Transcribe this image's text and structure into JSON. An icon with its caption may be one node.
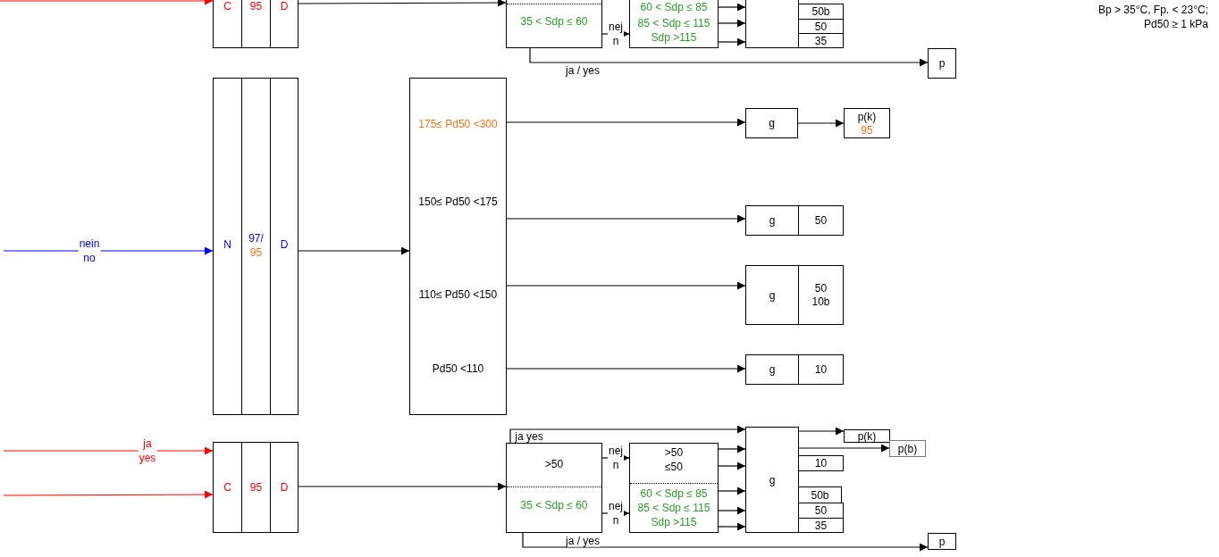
{
  "diagram": {
    "nodes": [
      {
        "text": [
          "C"
        ]
      },
      {
        "text": [
          "95"
        ]
      },
      {
        "text": [
          "D"
        ]
      },
      {
        "text": [
          "35 < Sdp ≤ 60"
        ]
      },
      {
        "text": [
          "60 < Sdp ≤  85",
          "85 < Sdp ≤ 115",
          "Sdp >115"
        ]
      },
      {
        "text": [],
        "shape": "box"
      },
      {
        "text": [
          "50b"
        ]
      },
      {
        "text": [
          "50"
        ]
      },
      {
        "text": [
          "35"
        ]
      },
      {
        "text": [
          "p"
        ]
      },
      {
        "text": [
          "N"
        ]
      },
      {
        "text": [
          "97/",
          "95"
        ]
      },
      {
        "text": [
          "D"
        ]
      },
      {
        "text": [
          "175≤ Pd50 <300",
          "150≤ Pd50 <175",
          "110≤ Pd50 <150",
          "Pd50 <110"
        ]
      },
      {
        "text": [
          "g"
        ]
      },
      {
        "text": [
          "p(k)",
          "95"
        ]
      },
      {
        "text": [
          "g"
        ]
      },
      {
        "text": [
          "50"
        ]
      },
      {
        "text": [
          "g"
        ]
      },
      {
        "text": [
          "50 10b"
        ]
      },
      {
        "text": [
          "g"
        ]
      },
      {
        "text": [
          "10"
        ]
      },
      {
        "text": [
          "C"
        ]
      },
      {
        "text": [
          "95"
        ]
      },
      {
        "text": [
          "D"
        ]
      },
      {
        "text": [
          ">50",
          "35 < Sdp ≤ 60"
        ]
      },
      {
        "text": [
          ">50",
          "≤50",
          "60 < Sdp ≤  85",
          "85 < Sdp ≤ 115",
          "Sdp >115"
        ]
      },
      {
        "text": [
          "g"
        ]
      },
      {
        "text": [
          "p(k)"
        ]
      },
      {
        "text": [
          "p(b)"
        ]
      },
      {
        "text": [
          "10"
        ]
      },
      {
        "text": [
          "50b"
        ]
      },
      {
        "text": [
          "50"
        ]
      },
      {
        "text": [
          "35"
        ]
      },
      {
        "text": [
          "p"
        ]
      }
    ],
    "edges": [
      {
        "from": null,
        "to": 0,
        "arrow": "to",
        "color": "#ff0000"
      },
      {
        "from": 2,
        "to": 3,
        "arrow": "to"
      },
      {
        "from": 3,
        "to": 4,
        "arrow": "to",
        "label": "nej n"
      },
      {
        "from": 4,
        "to": 5,
        "arrow": "to"
      },
      {
        "from": 4,
        "to": 5,
        "arrow": "to"
      },
      {
        "from": 4,
        "to": 5,
        "arrow": "to"
      },
      {
        "from": 3,
        "to": 9,
        "arrow": "to",
        "label": "ja / yes"
      },
      {
        "from": null,
        "to": 10,
        "arrow": "to",
        "label": "nein no",
        "color": "#0000ff"
      },
      {
        "from": 12,
        "to": 13,
        "arrow": "to"
      },
      {
        "from": 13,
        "to": 14,
        "arrow": "to"
      },
      {
        "from": 14,
        "to": 15,
        "arrow": "to"
      },
      {
        "from": 13,
        "to": 16,
        "arrow": "to"
      },
      {
        "from": 13,
        "to": 18,
        "arrow": "to"
      },
      {
        "from": 13,
        "to": 20,
        "arrow": "to"
      },
      {
        "from": null,
        "to": 22,
        "arrow": "to",
        "label": "ja yes",
        "color": "#ff0000"
      },
      {
        "from": null,
        "to": 22,
        "arrow": "to",
        "color": "#ff0000"
      },
      {
        "from": 24,
        "to": 25,
        "arrow": "to"
      },
      {
        "from": 25,
        "to": 27,
        "arrow": "to",
        "label": "ja yes"
      },
      {
        "from": 25,
        "to": 26,
        "arrow": "to",
        "label": "nej n"
      },
      {
        "from": 25,
        "to": 26,
        "arrow": "to",
        "label": "nej n"
      },
      {
        "from": 26,
        "to": 27,
        "arrow": "to"
      },
      {
        "from": 26,
        "to": 27,
        "arrow": "to"
      },
      {
        "from": 26,
        "to": 27,
        "arrow": "to"
      },
      {
        "from": 26,
        "to": 27,
        "arrow": "to"
      },
      {
        "from": 26,
        "to": 27,
        "arrow": "to"
      },
      {
        "from": 27,
        "to": 28,
        "arrow": "to"
      },
      {
        "from": 27,
        "to": 29,
        "arrow": "to"
      },
      {
        "from": 25,
        "to": 34,
        "arrow": "to",
        "label": "ja / yes"
      }
    ],
    "labels": [
      "Bp > 35°C, Fp. < 23°C;",
      "Pd50 ≥ 1 kPa"
    ]
  }
}
